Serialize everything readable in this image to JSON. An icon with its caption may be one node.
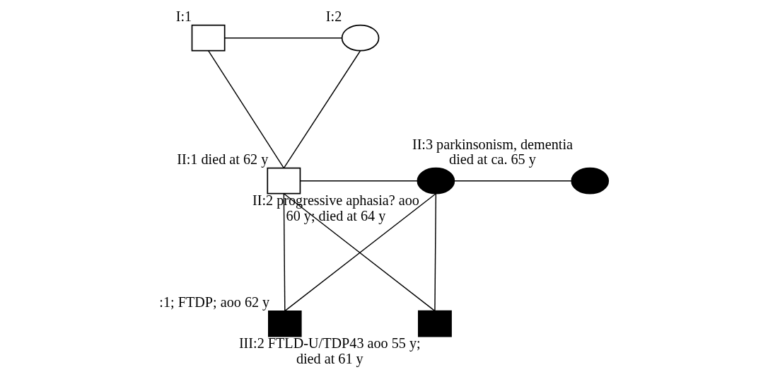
{
  "diagram": {
    "nodes": [
      {
        "text": [],
        "shape": "box",
        "beside": [
          "I:1"
        ]
      },
      {
        "text": [],
        "shape": "circle",
        "beside": [
          "I:2"
        ]
      },
      {
        "text": [],
        "shape": "box",
        "beside": [
          "II:1 died at 62 y"
        ]
      },
      {
        "text": [],
        "shape": "circle",
        "beside": [
          "II:2 progressive aphasia? aoo 60 y; died at 64 y"
        ]
      },
      {
        "text": [],
        "shape": "circle",
        "beside": [
          "II:3 parkinsonism, dementia died at ca. 65 y"
        ]
      },
      {
        "text": [],
        "shape": "box",
        "beside": [
          ":1; FTDP; aoo 62 y"
        ]
      },
      {
        "text": [],
        "shape": "box",
        "beside": [
          "III:2 FTLD-U/TDP43 aoo 55 y; died at 61 y"
        ]
      }
    ],
    "edges": [
      {
        "from": 0,
        "to": 1,
        "arrow": "none"
      },
      {
        "from": 0,
        "to": 2,
        "arrow": "none"
      },
      {
        "from": 1,
        "to": 2,
        "arrow": "none"
      },
      {
        "from": 2,
        "to": 3,
        "arrow": "none"
      },
      {
        "from": 3,
        "to": 4,
        "arrow": "none"
      },
      {
        "from": 2,
        "to": 5,
        "arrow": "none"
      },
      {
        "from": 2,
        "to": 6,
        "arrow": "none"
      },
      {
        "from": 3,
        "to": 5,
        "arrow": "none"
      },
      {
        "from": 3,
        "to": 6,
        "arrow": "none"
      }
    ]
  }
}
